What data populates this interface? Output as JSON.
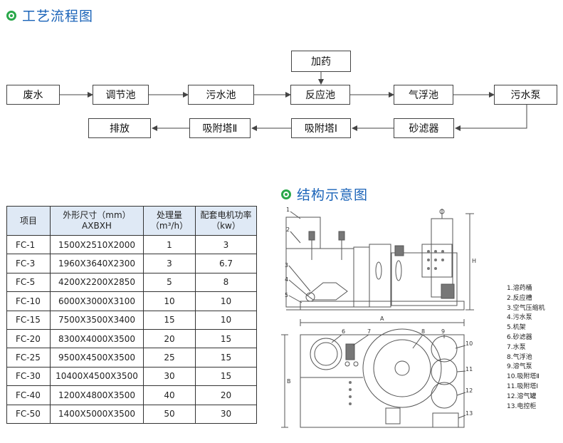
{
  "process": {
    "title": "工艺流程图",
    "nodes": {
      "feishui": "废水",
      "tiaojiechi": "调节池",
      "wushuichi": "污水池",
      "jiayao": "加药",
      "fanyingchi": "反应池",
      "qifuchi": "气浮池",
      "wushuibeng": "污水泵",
      "shalvqi": "砂滤器",
      "xifuta1": "吸附塔Ⅰ",
      "xifuta2": "吸附塔Ⅱ",
      "paifang": "排放"
    }
  },
  "spec_table": {
    "headers": [
      "项目",
      "外形尺寸（mm）\nAXBXH",
      "处理量\n（m³/h）",
      "配套电机功率\n（kw）"
    ],
    "rows": [
      [
        "FC-1",
        "1500X2510X2000",
        "1",
        "3"
      ],
      [
        "FC-3",
        "1960X3640X2300",
        "3",
        "6.7"
      ],
      [
        "FC-5",
        "4200X2200X2850",
        "5",
        "8"
      ],
      [
        "FC-10",
        "6000X3000X3100",
        "10",
        "10"
      ],
      [
        "FC-15",
        "7500X3500X3400",
        "15",
        "10"
      ],
      [
        "FC-20",
        "8300X4000X3500",
        "20",
        "15"
      ],
      [
        "FC-25",
        "9500X4500X3500",
        "25",
        "15"
      ],
      [
        "FC-30",
        "10400X4500X3500",
        "30",
        "15"
      ],
      [
        "FC-40",
        "1200X4800X3500",
        "40",
        "20"
      ],
      [
        "FC-50",
        "1400X5000X3500",
        "50",
        "30"
      ]
    ]
  },
  "structure": {
    "title": "结构示意图",
    "dims": {
      "a": "A",
      "b": "B",
      "h": "H"
    },
    "callouts": [
      "1",
      "2",
      "3",
      "4",
      "5",
      "6",
      "7",
      "8",
      "9",
      "10",
      "11",
      "12",
      "13"
    ],
    "legend": [
      "1.溶药桶",
      "2.反应槽",
      "3.空气压缩机",
      "4.污水泵",
      "5.机架",
      "6.砂滤器",
      "7.水泵",
      "8.气浮池",
      "9.溶气泵",
      "10.吸附塔Ⅱ",
      "11.吸附塔Ⅰ",
      "12.溶气罐",
      "13.电控柜"
    ]
  },
  "colors": {
    "title": "#1a63b8",
    "ring": "#2aa84a",
    "header_bg": "#dfe9f5"
  }
}
